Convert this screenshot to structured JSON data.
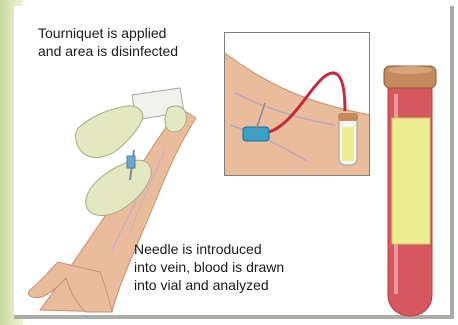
{
  "captions": {
    "top_line1": "Tourniquet is applied",
    "top_line2": "and area is disinfected",
    "bottom_line1": "Needle is introduced",
    "bottom_line2": "into vein, blood is drawn",
    "bottom_line3": "into vial and analyzed"
  },
  "colors": {
    "skin": "#e9bc9c",
    "skin_shadow": "#d49c7c",
    "glove": "#e4e8c0",
    "blood": "#c8283a",
    "tube_cap": "#c48a5c",
    "tube_label": "#ecec90",
    "needle_hub": "#3aa0c8"
  }
}
